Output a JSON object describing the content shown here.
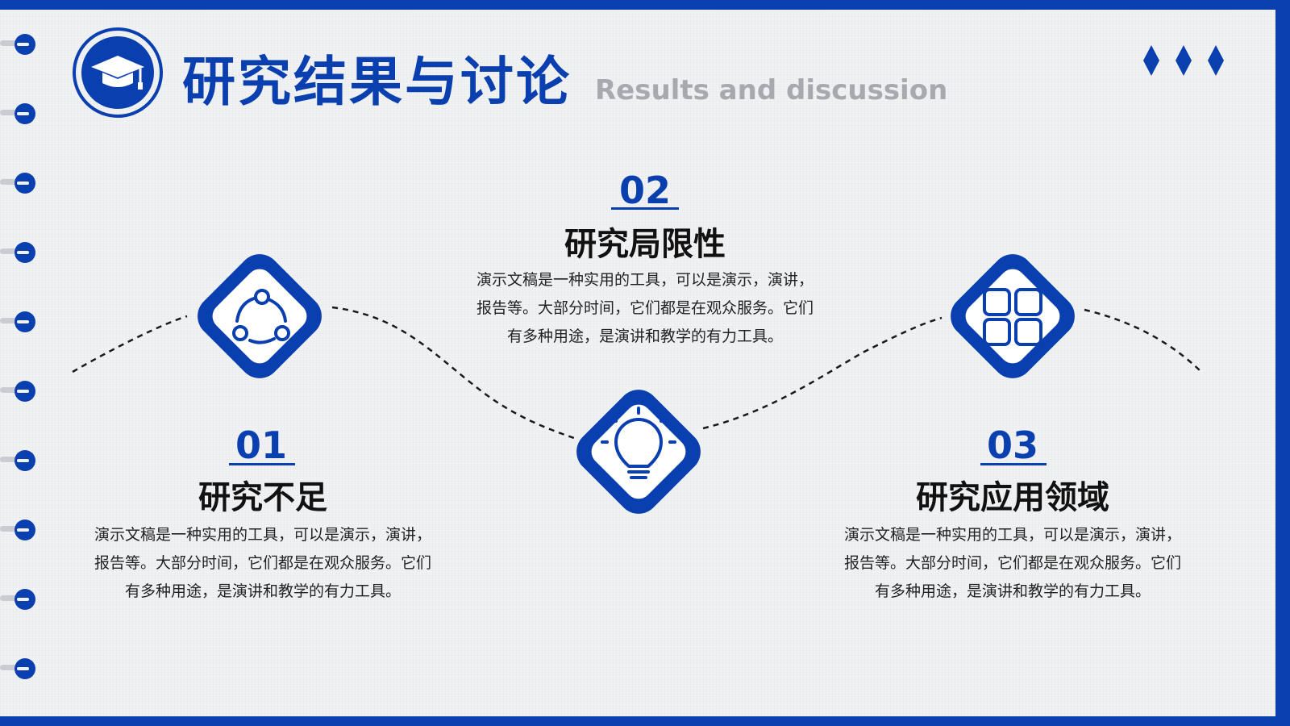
{
  "header": {
    "title_cn": "研究结果与讨论",
    "title_en": "Results and discussion"
  },
  "items": [
    {
      "num": "01",
      "title": "研究不足",
      "lines": [
        "演示文稿是一种实用的工具，可以是演示，演讲，",
        "报告等。大部分时间，它们都是在观众服务。它们",
        "有多种用途，是演讲和教学的有力工具。"
      ],
      "icon": "refresh-cycle-icon"
    },
    {
      "num": "02",
      "title": "研究局限性",
      "lines": [
        "演示文稿是一种实用的工具，可以是演示，演讲，",
        "报告等。大部分时间，它们都是在观众服务。它们",
        "有多种用途，是演讲和教学的有力工具。"
      ],
      "icon": "lightbulb-icon"
    },
    {
      "num": "03",
      "title": "研究应用领域",
      "lines": [
        "演示文稿是一种实用的工具，可以是演示，演讲，",
        "报告等。大部分时间，它们都是在观众服务。它们",
        "有多种用途，是演讲和教学的有力工具。"
      ],
      "icon": "grid-icon"
    }
  ],
  "colors": {
    "accent": "#0a3fb0",
    "background": "#f1f2f4"
  }
}
